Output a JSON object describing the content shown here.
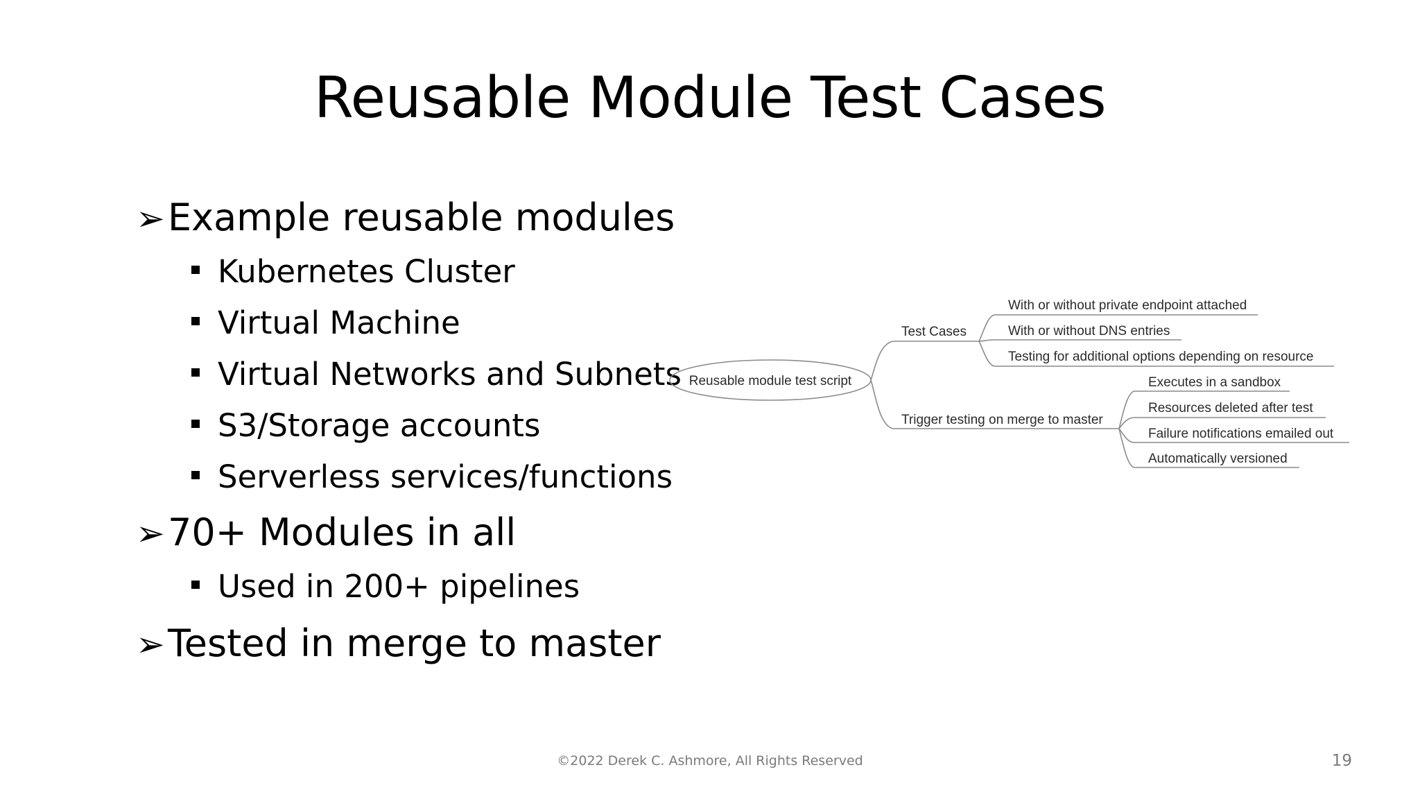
{
  "slide": {
    "title": "Reusable Module Test Cases",
    "bullets": [
      {
        "text": "Example reusable modules",
        "sub": [
          "Kubernetes Cluster",
          "Virtual Machine",
          "Virtual Networks and Subnets",
          "S3/Storage accounts",
          "Serverless services/functions"
        ]
      },
      {
        "text": "70+ Modules in all",
        "sub": [
          "Used in 200+ pipelines"
        ]
      },
      {
        "text": "Tested in merge to master",
        "sub": []
      }
    ],
    "footer": "©2022 Derek C. Ashmore, All Rights Reserved",
    "page_number": "19"
  },
  "mindmap": {
    "root": "Reusable module test script",
    "branches": [
      {
        "label": "Test Cases",
        "children": [
          "With or without private endpoint attached",
          "With or without DNS entries",
          "Testing for additional options depending on resource"
        ]
      },
      {
        "label": "Trigger testing on merge to master",
        "children": [
          "Executes in a sandbox",
          "Resources deleted after test",
          "Failure notifications emailed out",
          "Automatically versioned"
        ]
      }
    ]
  }
}
